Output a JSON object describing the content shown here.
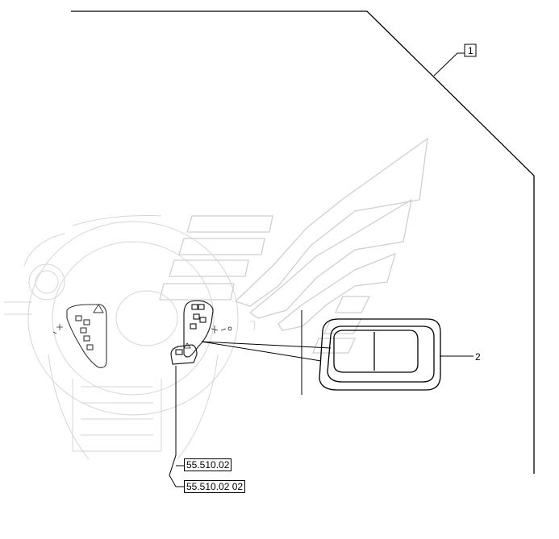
{
  "callouts": {
    "item_1": "1",
    "item_2": "2"
  },
  "references": {
    "ref_a": "55.510.02",
    "ref_b": "55.510.02 02"
  },
  "colors": {
    "line": "#000000",
    "ghost": "#cfcfcf",
    "watermark": "#d0d0d0"
  }
}
